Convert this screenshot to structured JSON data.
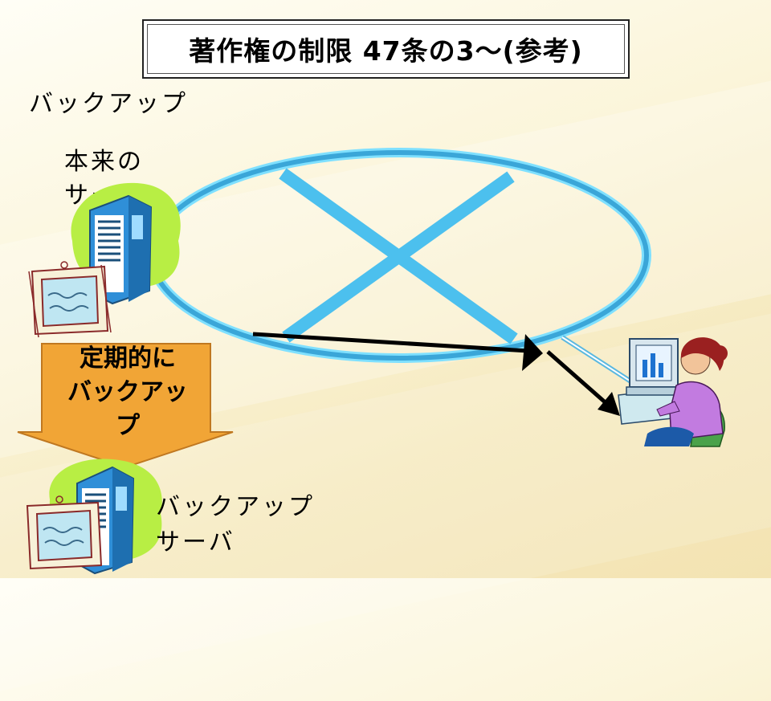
{
  "slide": {
    "title": "著作権の制限 47条の3〜(参考)",
    "section_label": "バックアップ",
    "original_server_line1": "本来の",
    "original_server_line2": "サーバ",
    "arrow_line1": "定期的に",
    "arrow_line2": "バックアッ",
    "arrow_line3": "プ",
    "backup_server_line1": "バックアップ",
    "backup_server_line2": "サーバ"
  },
  "colors": {
    "ring": "#66ccee",
    "cross": "#55c7ee",
    "arrow_fill": "#f0a030",
    "blob": "#b8ee44",
    "server": "#4aa8e8"
  },
  "icons": [
    "server-icon",
    "monitor-clipart-icon",
    "user-at-computer-icon",
    "prohibited-cross-icon"
  ]
}
